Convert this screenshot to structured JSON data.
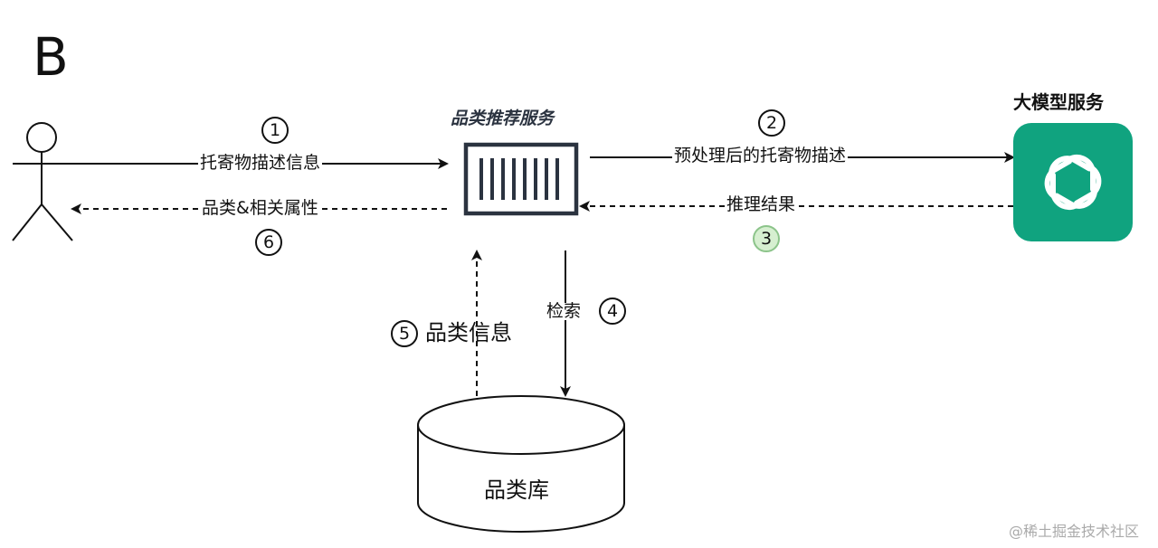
{
  "figure": {
    "letter": "B",
    "service_title": "品类推荐服务",
    "llm_title": "大模型服务",
    "edges": {
      "e1": {
        "num": "1",
        "label": "托寄物描述信息"
      },
      "e2": {
        "num": "2",
        "label": "预处理后的托寄物描述"
      },
      "e3": {
        "num": "3",
        "label": "推理结果"
      },
      "e4": {
        "num": "4",
        "label": "检索"
      },
      "e5": {
        "num": "5",
        "label": "品类信息"
      },
      "e6": {
        "num": "6",
        "label": "品类&相关属性"
      }
    },
    "db_label": "品类库",
    "watermark": "@稀土掘金技术社区"
  },
  "colors": {
    "llm_green": "#10a37f",
    "step3_fill": "#d6efd0",
    "step3_border": "#8cc48a",
    "ink": "#111111"
  }
}
